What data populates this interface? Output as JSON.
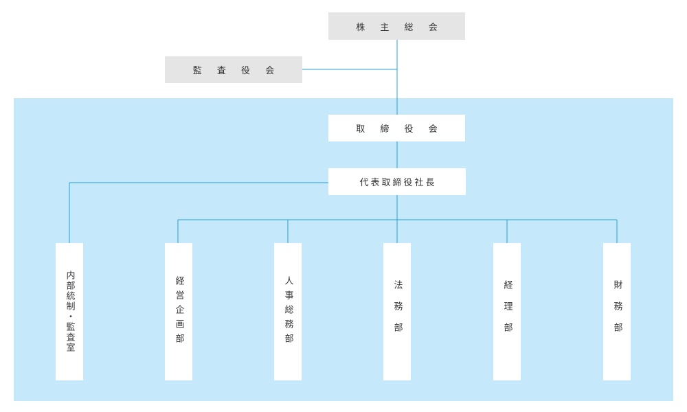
{
  "org_chart": {
    "shareholders": "株 主 総 会",
    "auditors": "監 査 役 会",
    "board": "取 締 役 会",
    "president": "代表取締役社長",
    "departments": [
      {
        "label": "内部統制・監査室"
      },
      {
        "label": "経営企画部"
      },
      {
        "label": "人事総務部"
      },
      {
        "label": "法務部"
      },
      {
        "label": "経理部"
      },
      {
        "label": "財務部"
      }
    ]
  },
  "colors": {
    "panel": "#c5e9fb",
    "line": "#29a0da",
    "top_box": "#e5e5e5",
    "box": "#ffffff",
    "text": "#333333"
  }
}
